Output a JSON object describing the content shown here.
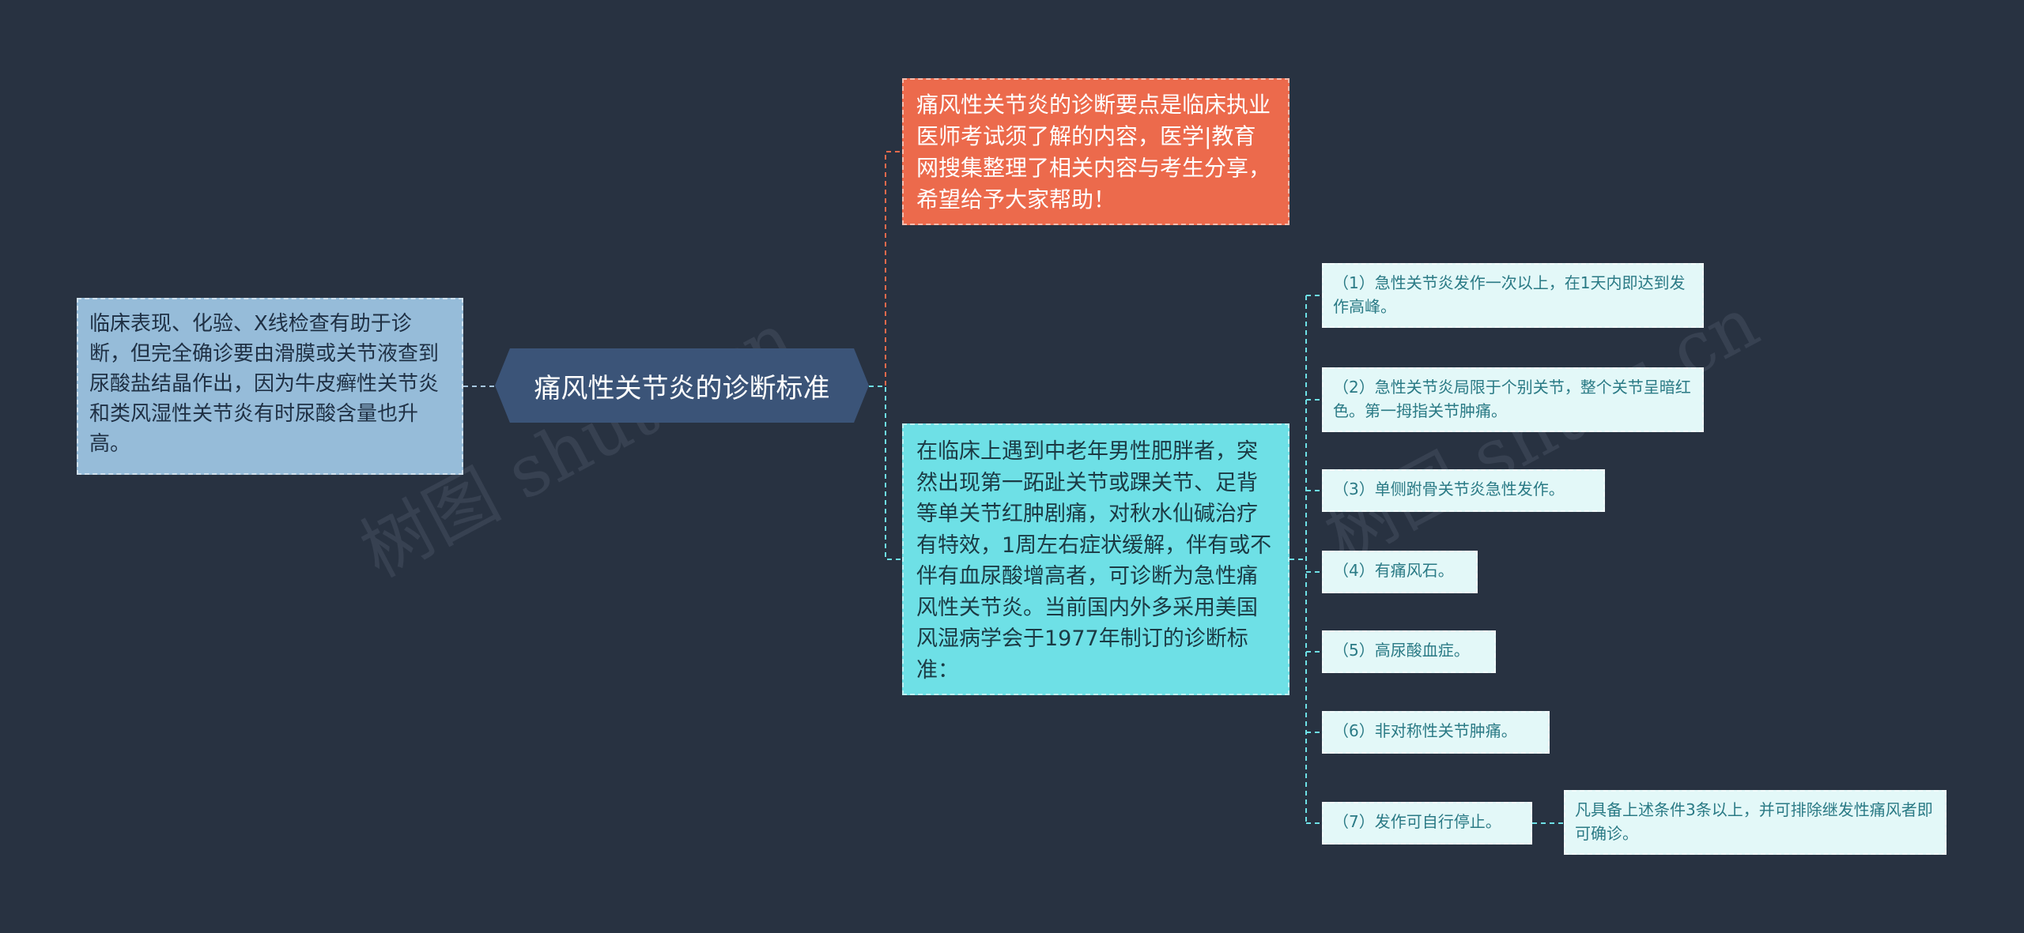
{
  "root": {
    "label": "痛风性关节炎的诊断标准"
  },
  "left_note": {
    "text": "临床表现、化验、X线检查有助于诊断，但完全确诊要由滑膜或关节液查到尿酸盐结晶作出，因为牛皮癣性关节炎和类风湿性关节炎有时尿酸含量也升高。"
  },
  "top_note": {
    "text": "痛风性关节炎的诊断要点是临床执业医师考试须了解的内容，医学|教育网搜集整理了相关内容与考生分享，希望给予大家帮助！"
  },
  "mid_note": {
    "text": "在临床上遇到中老年男性肥胖者，突然出现第一跖趾关节或踝关节、足背等单关节红肿剧痛，对秋水仙碱治疗有特效，1周左右症状缓解，伴有或不伴有血尿酸增高者，可诊断为急性痛风性关节炎。当前国内外多采用美国风湿病学会于1977年制订的诊断标准："
  },
  "criteria": [
    {
      "text": "（1）急性关节炎发作一次以上，在1天内即达到发作高峰。"
    },
    {
      "text": "（2）急性关节炎局限于个别关节，整个关节呈暗红色。第一拇指关节肿痛。"
    },
    {
      "text": "（3）单侧跗骨关节炎急性发作。"
    },
    {
      "text": "（4）有痛风石。"
    },
    {
      "text": "（5）高尿酸血症。"
    },
    {
      "text": "（6）非对称性关节肿痛。"
    },
    {
      "text": "（7）发作可自行停止。"
    }
  ],
  "confirm_note": {
    "text": "凡具备上述条件3条以上，并可排除继发性痛风者即可确诊。"
  },
  "colors": {
    "background": "#283241",
    "root": "#3b5478",
    "left_note": "#96bcd9",
    "top_note": "#ec6a4c",
    "mid_note": "#6ee0e6",
    "criteria": "#e3f8f8",
    "line_red": "#ec6a4c",
    "line_cyan": "#6ee0e6",
    "line_light": "#a8c8e0"
  }
}
